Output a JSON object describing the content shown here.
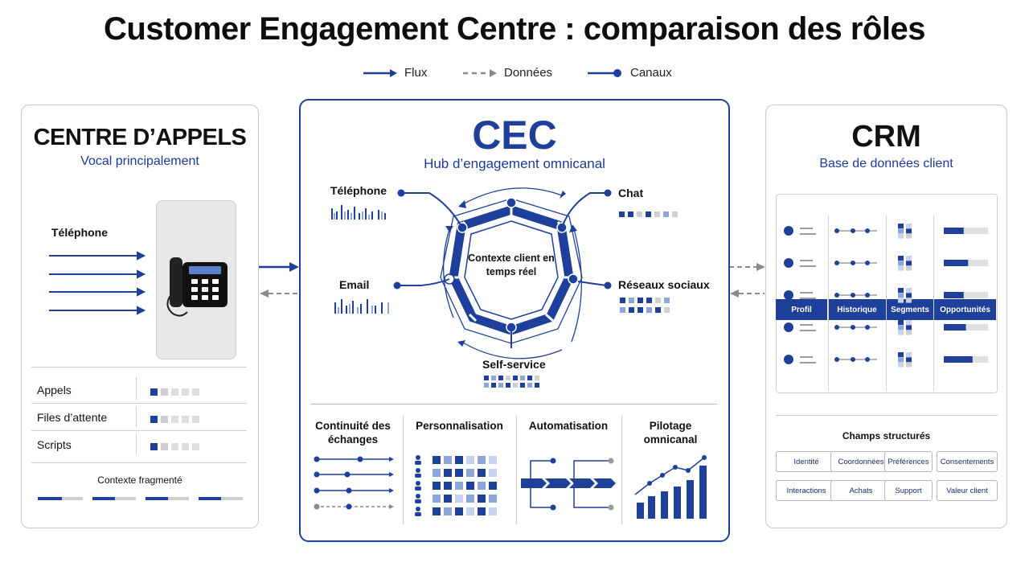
{
  "title": "Customer Engagement Centre : comparaison des rôles",
  "legend": {
    "flux": "Flux",
    "donnees": "Données",
    "canaux": "Canaux"
  },
  "left": {
    "title": "CENTRE D’APPELS",
    "subtitle": "Vocal principalement",
    "channel": "Téléphone",
    "rows": [
      "Appels",
      "Files d’attente",
      "Scripts"
    ],
    "footer": "Contexte fragmenté"
  },
  "center": {
    "title": "CEC",
    "subtitle": "Hub d’engagement omnicanal",
    "core": "Contexte client en temps réel",
    "channels": {
      "telephone": "Téléphone",
      "email": "Email",
      "chat": "Chat",
      "social": "Réseaux sociaux",
      "selfservice": "Self-service"
    },
    "features": [
      "Continuité des échanges",
      "Personnalisation",
      "Automatisation",
      "Pilotage omnicanal"
    ]
  },
  "right": {
    "title": "CRM",
    "subtitle": "Base de données client",
    "columns": [
      "Profil",
      "Historique",
      "Segments",
      "Opportunités"
    ],
    "opportunity_levels": [
      0.45,
      0.55,
      0.45,
      0.5,
      0.65
    ],
    "fields_title": "Champs structurés",
    "fields": [
      "Identité",
      "Coordonnées",
      "Préférences",
      "Consentements",
      "Interactions",
      "Achats",
      "Support",
      "Valeur client"
    ]
  },
  "colors": {
    "accent": "#1e3f9a",
    "light": "#8fa4d8",
    "grey": "#d9d9d9"
  }
}
